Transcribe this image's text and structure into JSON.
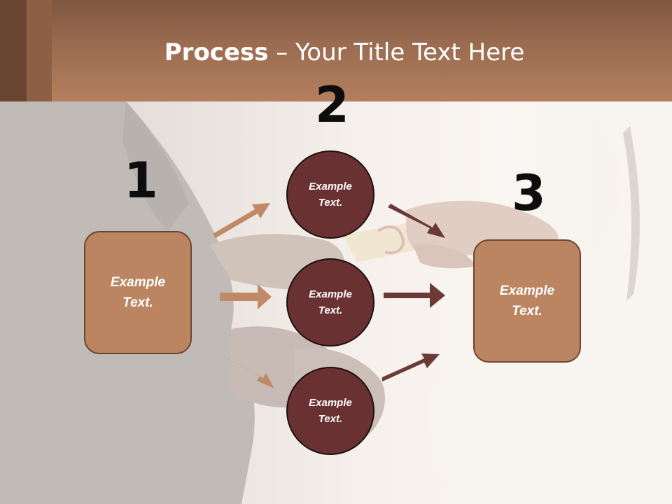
{
  "title": {
    "bold": "Process",
    "rest": " – Your Title Text Here"
  },
  "steps": [
    "1",
    "2",
    "3"
  ],
  "boxes": {
    "left": "Example Text.",
    "right": "Example Text."
  },
  "circles": [
    "Example Text.",
    "Example Text.",
    "Example Text."
  ],
  "colors": {
    "header": "#a87556",
    "box_fill": "#bb8562",
    "circle_fill": "#693132",
    "arrow_light": "#c08a68",
    "arrow_dark": "#6b3a37"
  }
}
